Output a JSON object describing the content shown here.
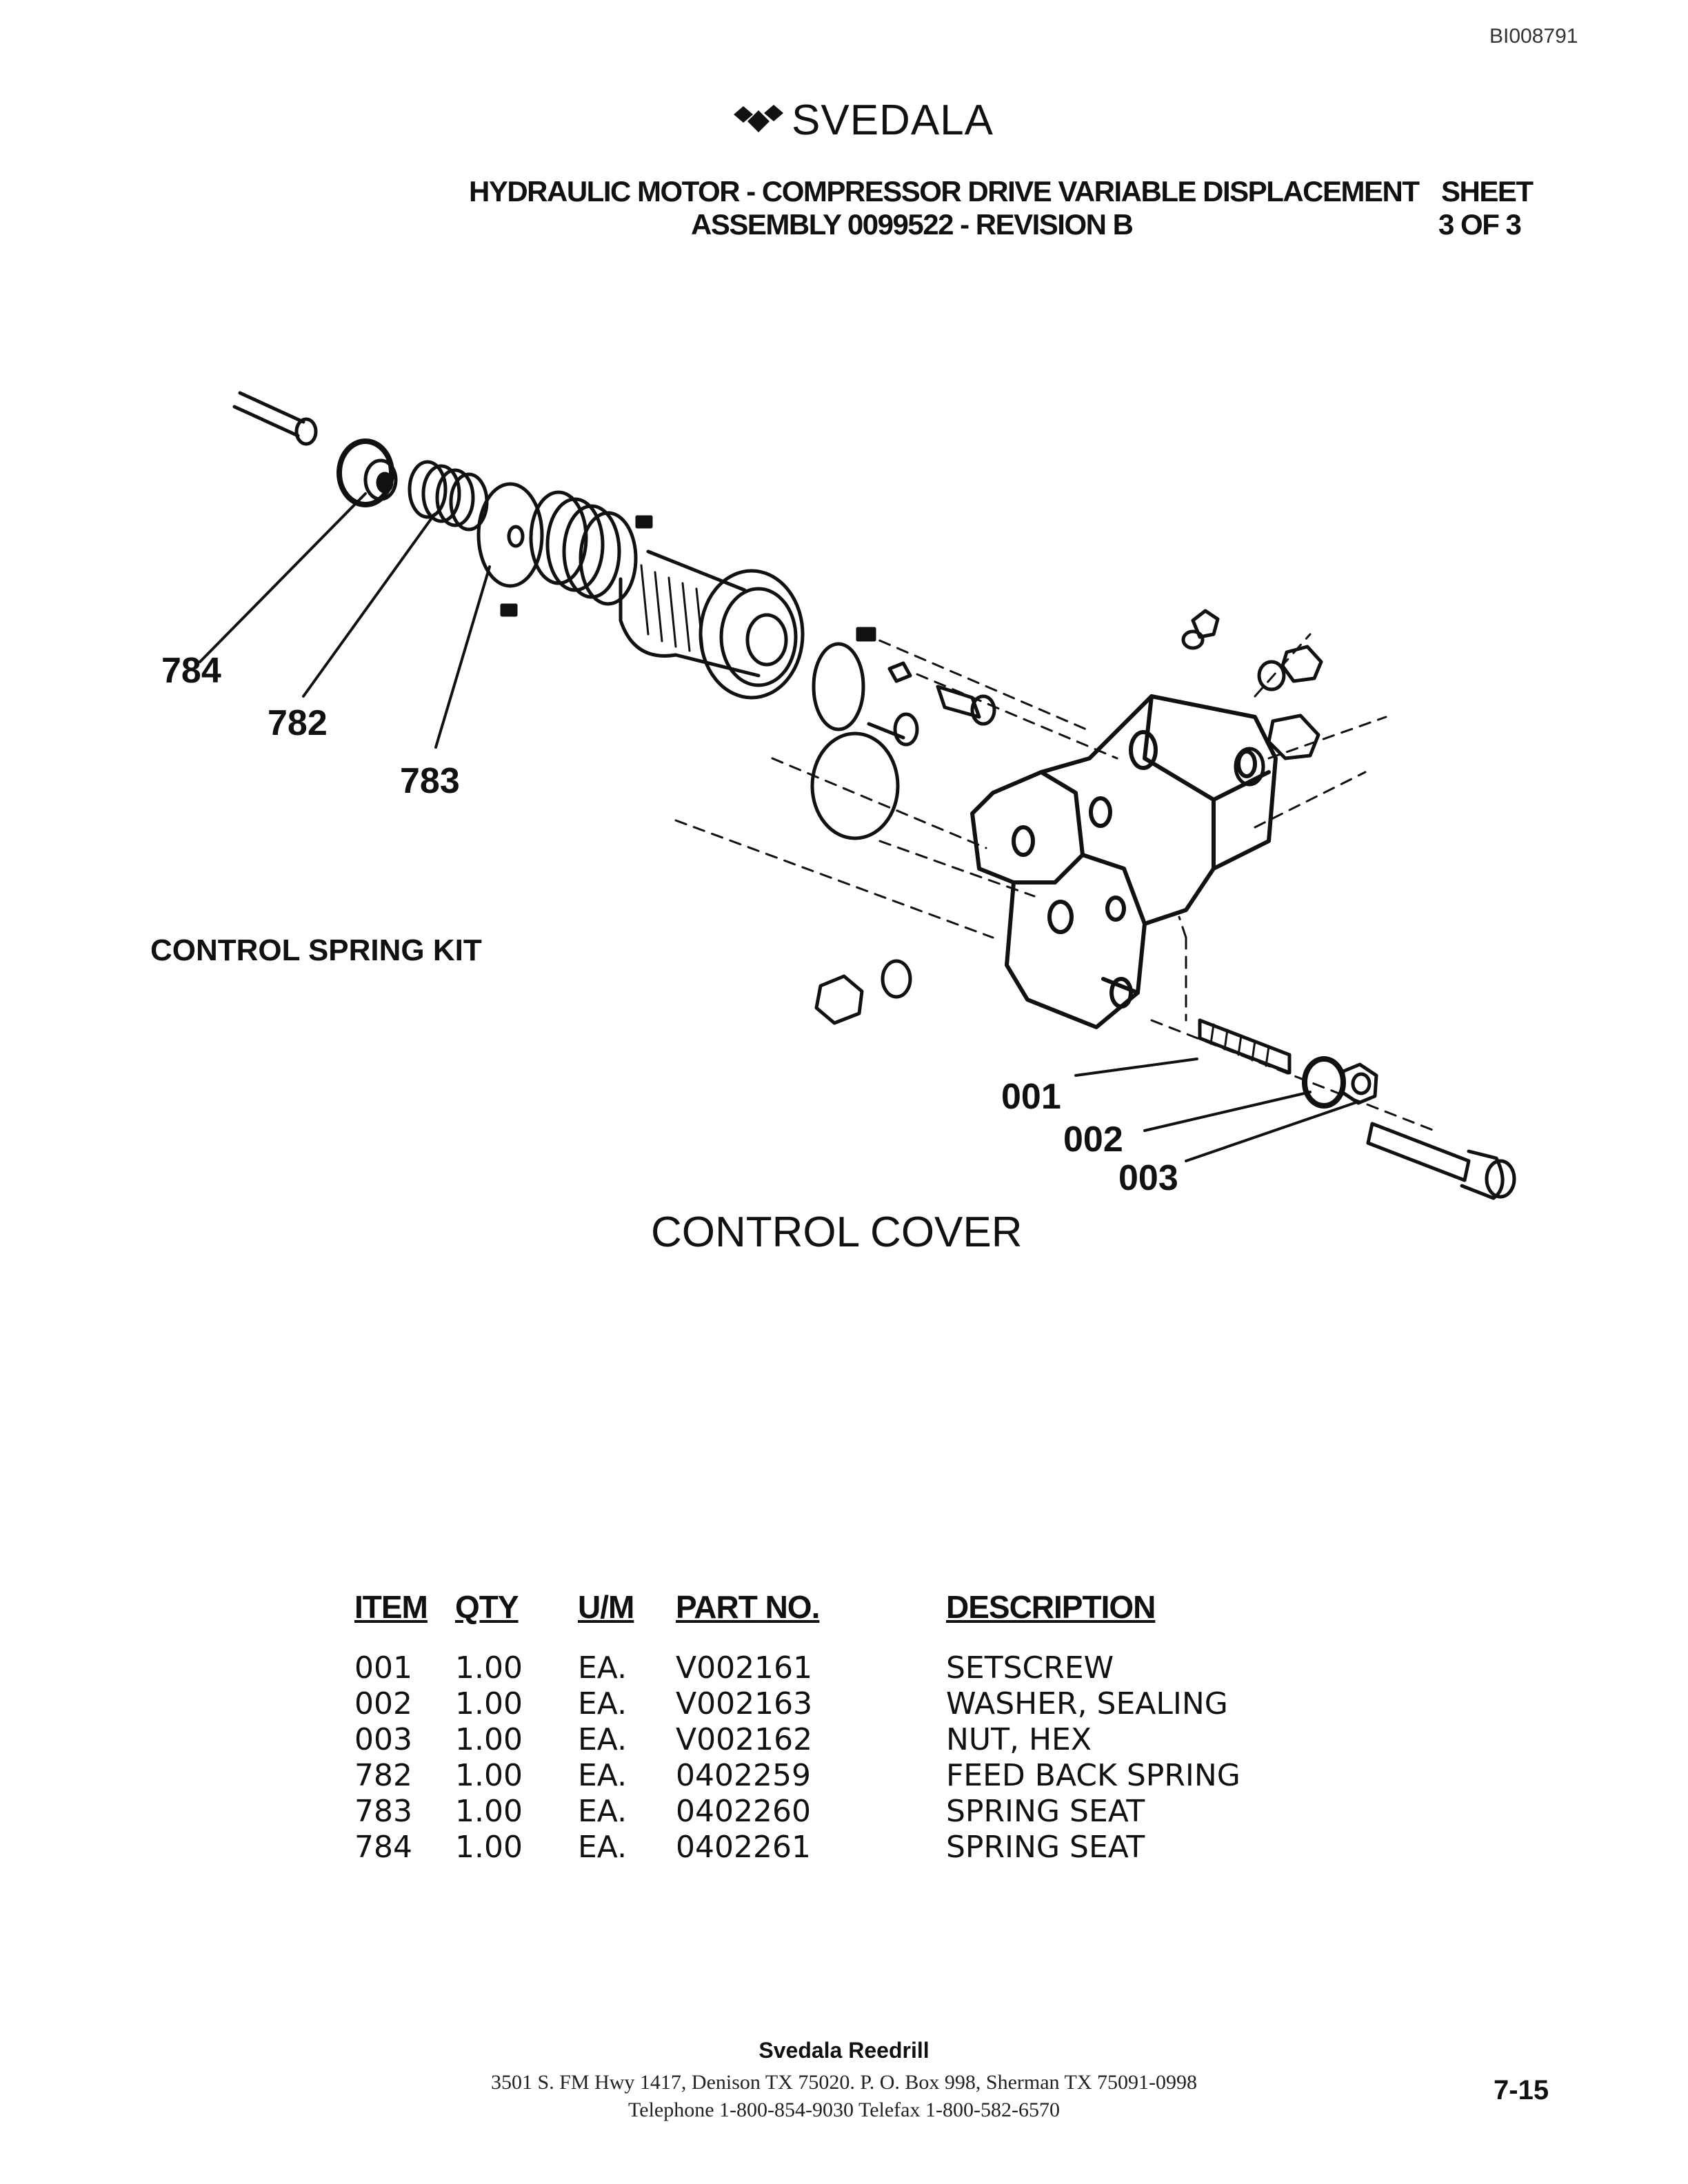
{
  "document_id": "BI008791",
  "logo": {
    "text": "SVEDALA",
    "icon": "svedala-diamond-logo"
  },
  "header": {
    "title_line_1": "HYDRAULIC MOTOR - COMPRESSOR DRIVE VARIABLE DISPLACEMENT",
    "title_line_2": "ASSEMBLY 0099522 - REVISION B",
    "sheet_label": "SHEET",
    "sheet_value": "3 OF 3"
  },
  "diagram": {
    "kit_label": "CONTROL SPRING KIT",
    "cover_label": "CONTROL COVER",
    "callouts": {
      "c784": "784",
      "c782": "782",
      "c783": "783",
      "c001": "001",
      "c002": "002",
      "c003": "003"
    }
  },
  "parts_table": {
    "headers": {
      "item": "ITEM",
      "qty": "QTY",
      "um": "U/M",
      "part_no": "PART NO.",
      "description": "DESCRIPTION"
    },
    "rows": [
      {
        "item": "001",
        "qty": "1.00",
        "um": "EA.",
        "part_no": "V002161",
        "description": "SETSCREW"
      },
      {
        "item": "002",
        "qty": "1.00",
        "um": "EA.",
        "part_no": "V002163",
        "description": "WASHER, SEALING"
      },
      {
        "item": "003",
        "qty": "1.00",
        "um": "EA.",
        "part_no": "V002162",
        "description": "NUT, HEX"
      },
      {
        "item": "782",
        "qty": "1.00",
        "um": "EA.",
        "part_no": "0402259",
        "description": "FEED BACK SPRING"
      },
      {
        "item": "783",
        "qty": "1.00",
        "um": "EA.",
        "part_no": "0402260",
        "description": "SPRING SEAT"
      },
      {
        "item": "784",
        "qty": "1.00",
        "um": "EA.",
        "part_no": "0402261",
        "description": "SPRING SEAT"
      }
    ]
  },
  "footer": {
    "company": "Svedala Reedrill",
    "address": "3501 S. FM Hwy 1417, Denison TX 75020.   P. O. Box 998, Sherman TX 75091-0998",
    "phone": "Telephone 1-800-854-9030 Telefax 1-800-582-6570",
    "page_number": "7-15"
  }
}
